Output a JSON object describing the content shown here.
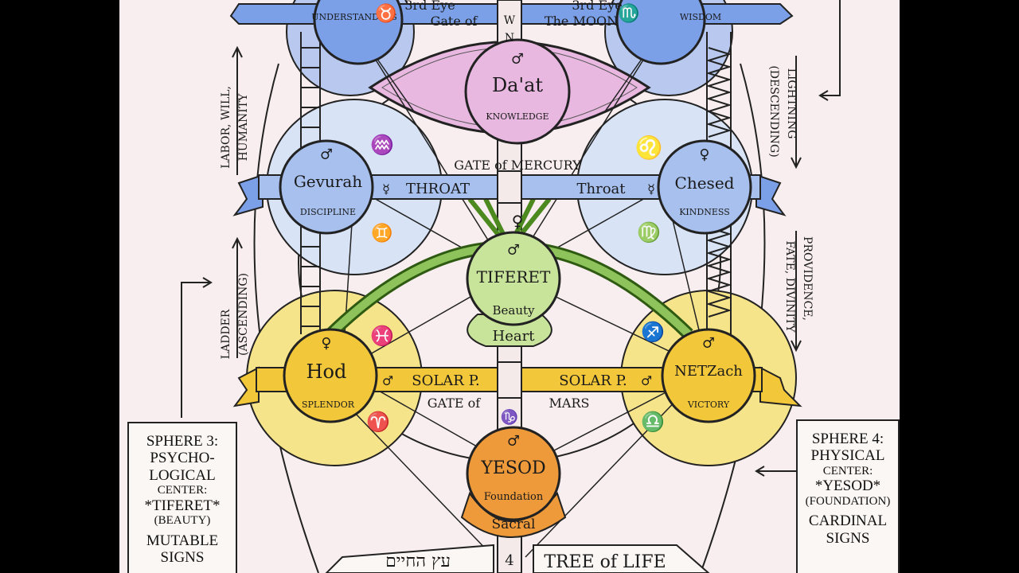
{
  "diagram": {
    "top_labels": {
      "left_gate": "3rd Eye",
      "gate_moon_a": "Gate of",
      "gate_moon_b": "The MOON",
      "right_gate": "3rd Eye",
      "left_band": "UNDERSTANDING",
      "right_band": "WISDOM",
      "letters": [
        "W",
        "N"
      ]
    },
    "daat": {
      "name": "Da'at",
      "sub": "KNOWLEDGE",
      "symbol": "♂"
    },
    "gevurah": {
      "name": "Gevurah",
      "sub": "DISCIPLINE",
      "symbol": "♂"
    },
    "chesed": {
      "name": "Chesed",
      "sub": "KINDNESS",
      "symbol": "♀"
    },
    "tiferet": {
      "name": "TIFERET",
      "sub1": "Beauty",
      "sub2": "Heart",
      "symbol": "♂"
    },
    "hod": {
      "name": "Hod",
      "sub": "SPLENDOR",
      "symbol": "♀"
    },
    "netzach": {
      "name": "NETZach",
      "sub": "VICTORY",
      "symbol": "♂"
    },
    "yesod": {
      "name": "YESOD",
      "sub1": "Foundation",
      "sub2": "Sacral",
      "symbol": "♂"
    },
    "gate_mercury": "GATE of MERCURY",
    "throat_left": "THROAT",
    "throat_right": "Throat",
    "solar_left": "SOLAR P.",
    "solar_right": "SOLAR P.",
    "gate_mars_a": "GATE of",
    "gate_mars_b": "MARS",
    "tree_of_life": "TREE of LIFE",
    "hebrew": "עץ החיים",
    "left_side_1a": "LABOR, WILL,",
    "left_side_1b": "HUMANITY",
    "left_side_2a": "LADDER",
    "left_side_2b": "(ASCENDING)",
    "right_side_1a": "LIGHTNING",
    "right_side_1b": "(DESCENDING)",
    "right_side_2a": "PROVIDENCE,",
    "right_side_2b": "FATE, DIVINITY",
    "zodiac": {
      "taurus": "♉",
      "scorpio": "♏",
      "aquarius": "♒",
      "leo": "♌",
      "gemini": "♊",
      "virgo": "♍",
      "pisces": "♓",
      "sagittarius": "♐",
      "aries": "♈",
      "libra": "♎",
      "capricorn": "♑",
      "venus_mid": "♀",
      "mars_l": "♂",
      "mars_r": "♂",
      "merc_l": "☿",
      "merc_r": "☿",
      "bottom_num": "4"
    },
    "sphere3": {
      "line1": "SPHERE 3:",
      "line2": "PSYCHO-",
      "line3": "LOGICAL",
      "line4": "CENTER:",
      "line5": "*TIFERET*",
      "line6": "(BEAUTY)",
      "line7": "MUTABLE",
      "line8": "SIGNS"
    },
    "sphere4": {
      "line1": "SPHERE 4:",
      "line2": "PHYSICAL",
      "line3": "CENTER:",
      "line4": "*YESOD*",
      "line5": "(FOUNDATION)",
      "line6": "CARDINAL",
      "line7": "SIGNS"
    },
    "colors": {
      "paper": "#f8eeef",
      "blue": "#9fb8e8",
      "pale_blue": "#d3e0f4",
      "purple": "#e8b8e0",
      "green": "#c8e39a",
      "yellow": "#f2c73a",
      "pale_yellow": "#f6e48a",
      "orange": "#ee9a3a"
    }
  }
}
